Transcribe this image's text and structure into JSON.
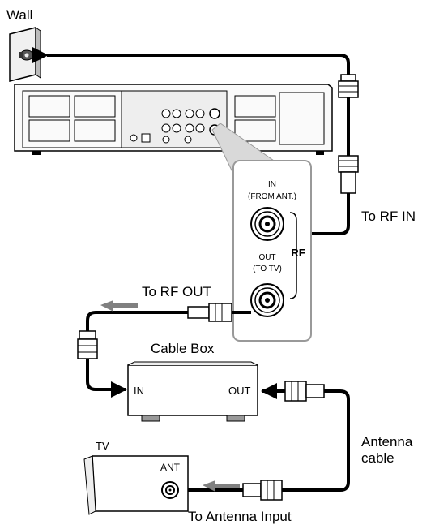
{
  "labels": {
    "wall": "Wall",
    "rf_in_jack": "IN",
    "from_ant": "(FROM ANT.)",
    "rf_out_jack": "OUT",
    "to_tv_jack": "(TO TV)",
    "rf": "RF",
    "to_rf_in": "To RF IN",
    "to_rf_out": "To RF OUT",
    "cable_box": "Cable Box",
    "cable_box_in": "IN",
    "cable_box_out": "OUT",
    "tv": "TV",
    "tv_ant": "ANT",
    "antenna_cable_line1": "Antenna",
    "antenna_cable_line2": "cable",
    "to_antenna_input": "To Antenna Input"
  },
  "colors": {
    "cable": "#000000",
    "panel_fill": "#f2f2f2",
    "callout_fill": "#d9d9d9",
    "direction_arrow": "#808080"
  },
  "icons": [
    "wall-outlet-icon",
    "coax-connector-icon",
    "direction-arrow-icon"
  ]
}
